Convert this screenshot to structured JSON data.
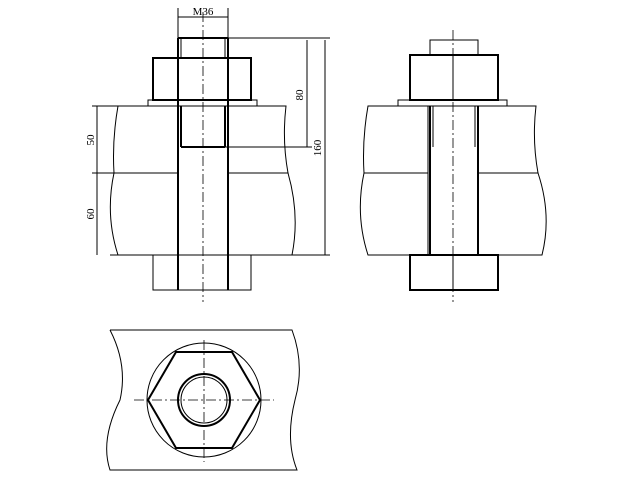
{
  "title": "Bolt connection drawing",
  "dimensions": {
    "thread": "M36",
    "nut_height": "80",
    "total": "160",
    "upper_plate": "50",
    "lower_plate": "60"
  }
}
